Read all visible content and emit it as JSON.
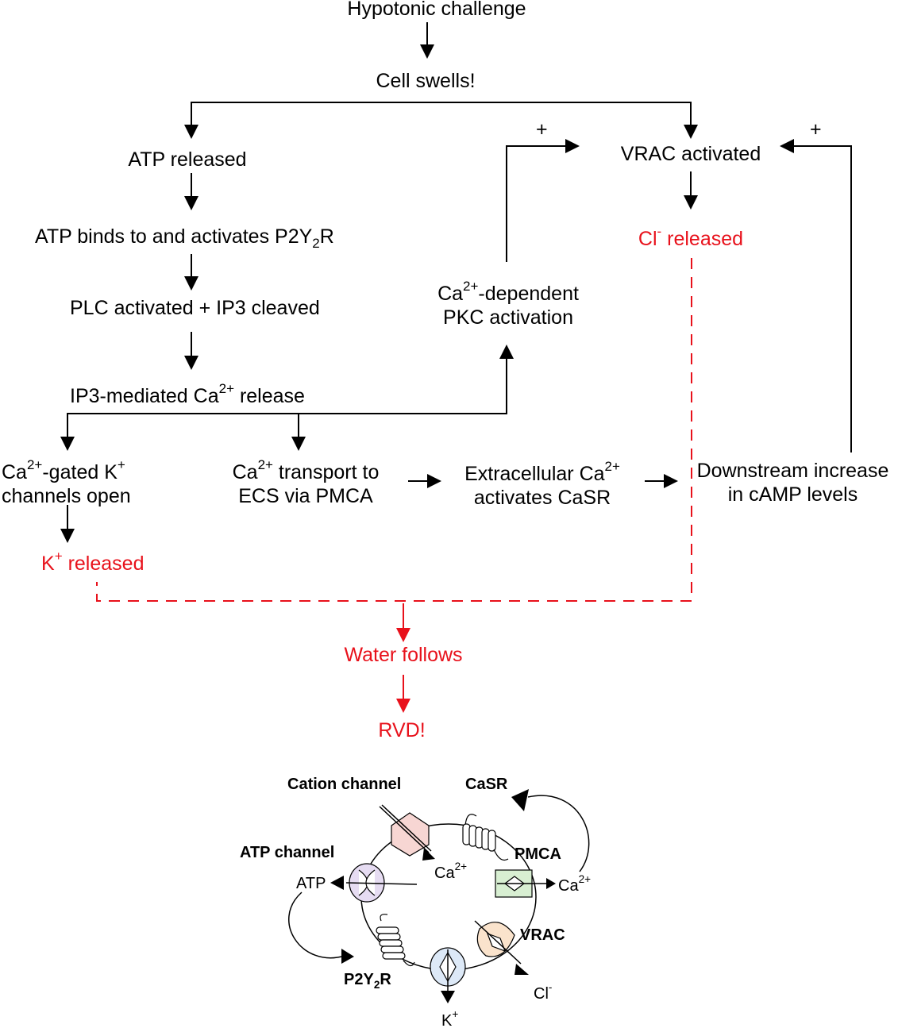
{
  "flowchart": {
    "hypotonic": "Hypotonic challenge",
    "cell_swells": "Cell swells!",
    "atp_released": "ATP released",
    "atp_binds": {
      "pre": "ATP binds to and activates P2Y",
      "sub": "2",
      "post": "R"
    },
    "plc": "PLC activated + IP3 cleaved",
    "ip3_ca": {
      "pre": "IP3-mediated Ca",
      "sup": "2+",
      "post": " release"
    },
    "pkc": {
      "line1_pre": "Ca",
      "line1_sup": "2+",
      "line1_post": "-dependent",
      "line2": "PKC activation"
    },
    "vrac_activated": "VRAC activated",
    "cl_released": {
      "pre": "Cl",
      "sup": "-",
      "post": " released"
    },
    "plus_left": "+",
    "plus_right": "+",
    "k_channels": {
      "line1_pre": "Ca",
      "line1_sup": "2+",
      "line1_mid": "-gated K",
      "line1_sup2": "+",
      "line2": "channels open"
    },
    "ca_transport": {
      "line1_pre": "Ca",
      "line1_sup": "2+",
      "line1_post": " transport to",
      "line2": "ECS via PMCA"
    },
    "extracellular": {
      "line1_pre": "Extracellular Ca",
      "line1_sup": "2+",
      "line2": "activates CaSR"
    },
    "downstream": {
      "line1": "Downstream increase",
      "line2": "in cAMP levels"
    },
    "k_released": {
      "pre": "K",
      "sup": "+",
      "post": " released"
    },
    "water_follows": "Water follows",
    "rvd": "RVD!"
  },
  "cell_diagram": {
    "cation_channel": "Cation channel",
    "casr": "CaSR",
    "atp_channel": "ATP channel",
    "pmca": "PMCA",
    "vrac": "VRAC",
    "p2y2r": {
      "pre": "P2Y",
      "sub": "2",
      "post": "R"
    },
    "atp": "ATP",
    "ca_inside": {
      "pre": "Ca",
      "sup": "2+"
    },
    "ca_outside": {
      "pre": "Ca",
      "sup": "2+"
    },
    "cl": {
      "pre": "Cl",
      "sup": "-"
    },
    "k": {
      "pre": "K",
      "sup": "+"
    }
  },
  "colors": {
    "black": "#000000",
    "red": "#e8111b",
    "cation_fill": "#f7d6d3",
    "atp_fill": "#e6dcf2",
    "pmca_fill": "#d8efd2",
    "vrac_fill": "#fae3cc",
    "k_fill": "#dde9f7"
  }
}
